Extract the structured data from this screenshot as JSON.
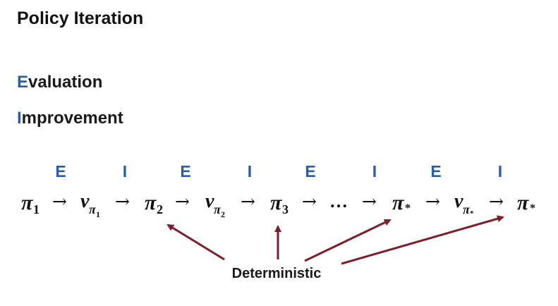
{
  "title": "Policy Iteration",
  "terms": {
    "evaluation": {
      "first": "E",
      "rest": "valuation"
    },
    "improvement": {
      "first": "I",
      "rest": "mprovement"
    }
  },
  "steps": [
    "E",
    "I",
    "E",
    "I",
    "E",
    "I",
    "E",
    "I"
  ],
  "sequence": {
    "pi": "π",
    "v": "v",
    "sub_1": "1",
    "sub_2": "2",
    "sub_3": "3",
    "star": "*",
    "arrow": "→",
    "ellipsis": "…"
  },
  "annotation": "Deterministic",
  "colors": {
    "accent_blue": "#2b5e9e",
    "arrow_red": "#7a1f2b",
    "text": "#111111"
  }
}
